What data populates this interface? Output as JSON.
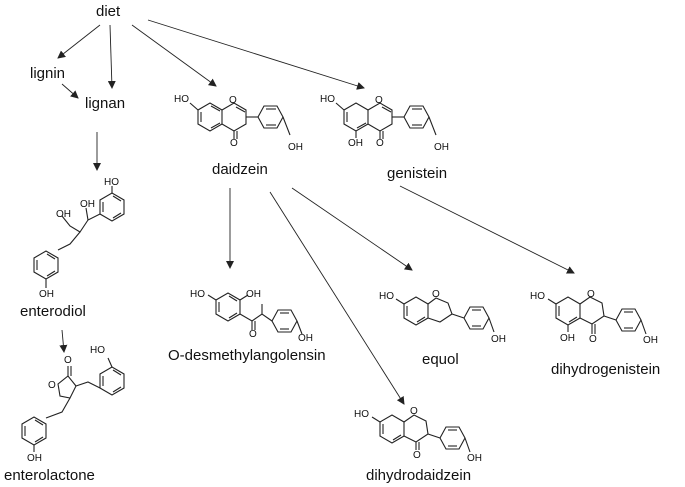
{
  "nodes": {
    "diet": "diet",
    "lignin": "lignin",
    "lignan": "lignan",
    "daidzein": "daidzein",
    "genistein": "genistein",
    "enterodiol": "enterodiol",
    "enterolactone": "enterolactone",
    "o_desmethylangolensin": "O-desmethylangolensin",
    "equol": "equol",
    "dihydrogenistein": "dihydrogenistein",
    "dihydrodaidzein": "dihydrodaidzein"
  },
  "atoms": {
    "ho": "HO",
    "oh": "OH",
    "o": "O"
  }
}
